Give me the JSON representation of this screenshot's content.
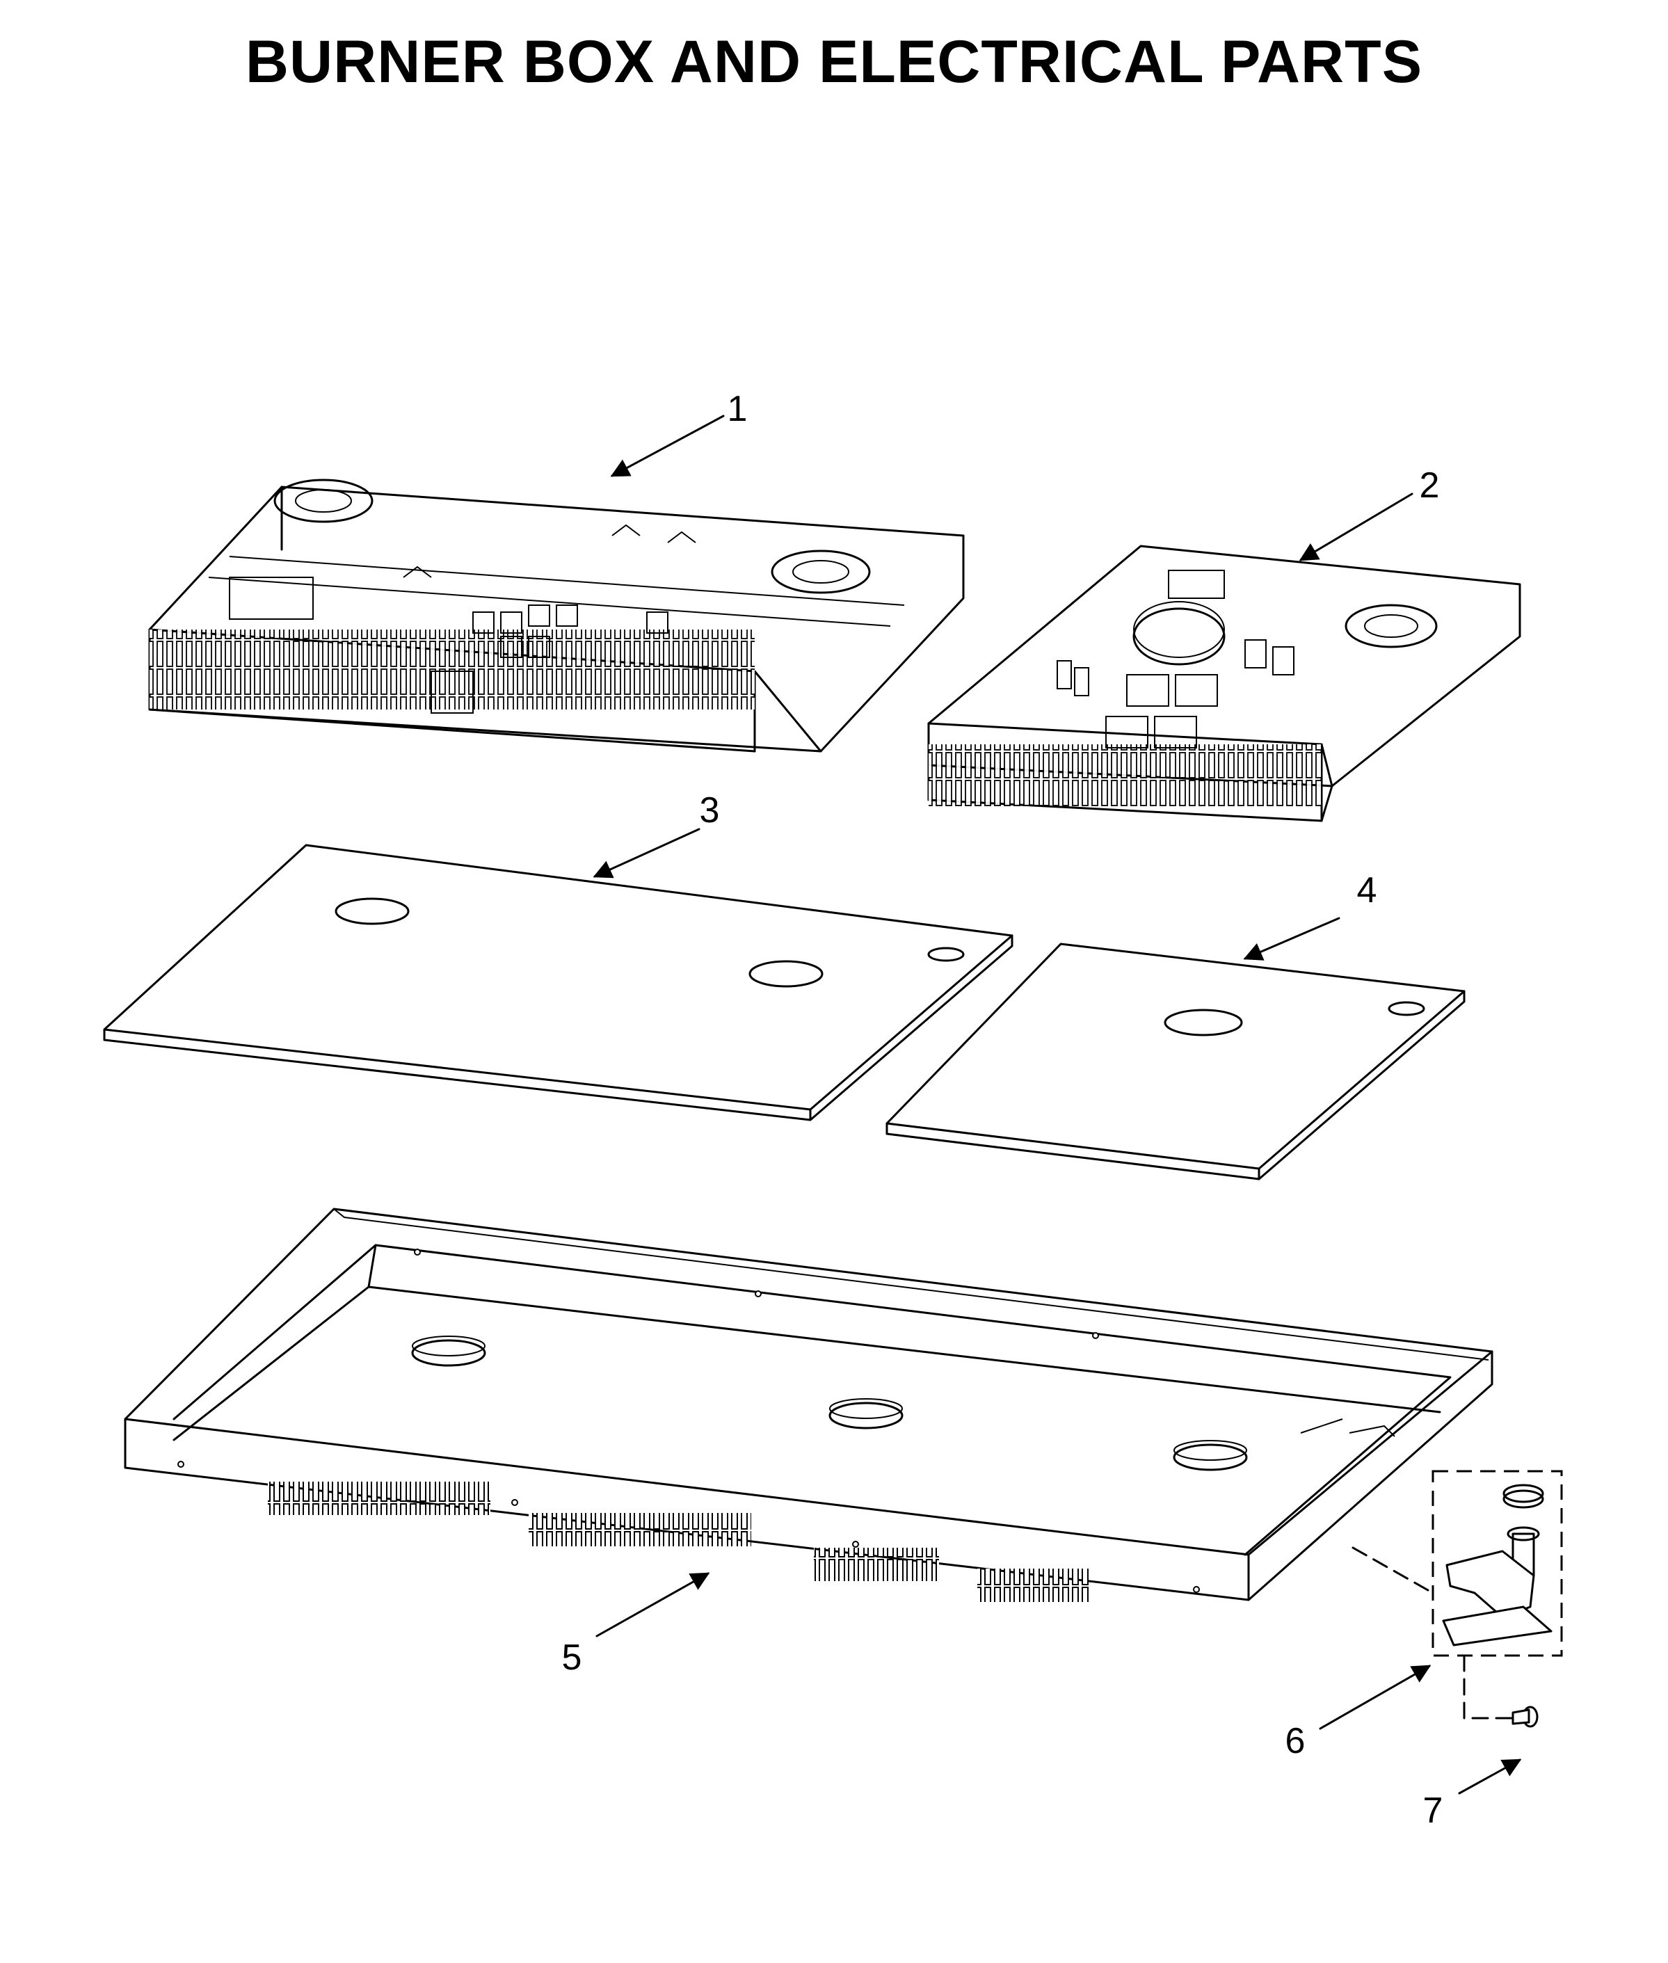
{
  "title": "BURNER BOX AND ELECTRICAL PARTS",
  "callouts": [
    {
      "id": "1",
      "label": "1"
    },
    {
      "id": "2",
      "label": "2"
    },
    {
      "id": "3",
      "label": "3"
    },
    {
      "id": "4",
      "label": "4"
    },
    {
      "id": "5",
      "label": "5"
    },
    {
      "id": "6",
      "label": "6"
    },
    {
      "id": "7",
      "label": "7"
    }
  ],
  "colors": {
    "ink": "#000000",
    "paper": "#ffffff"
  }
}
